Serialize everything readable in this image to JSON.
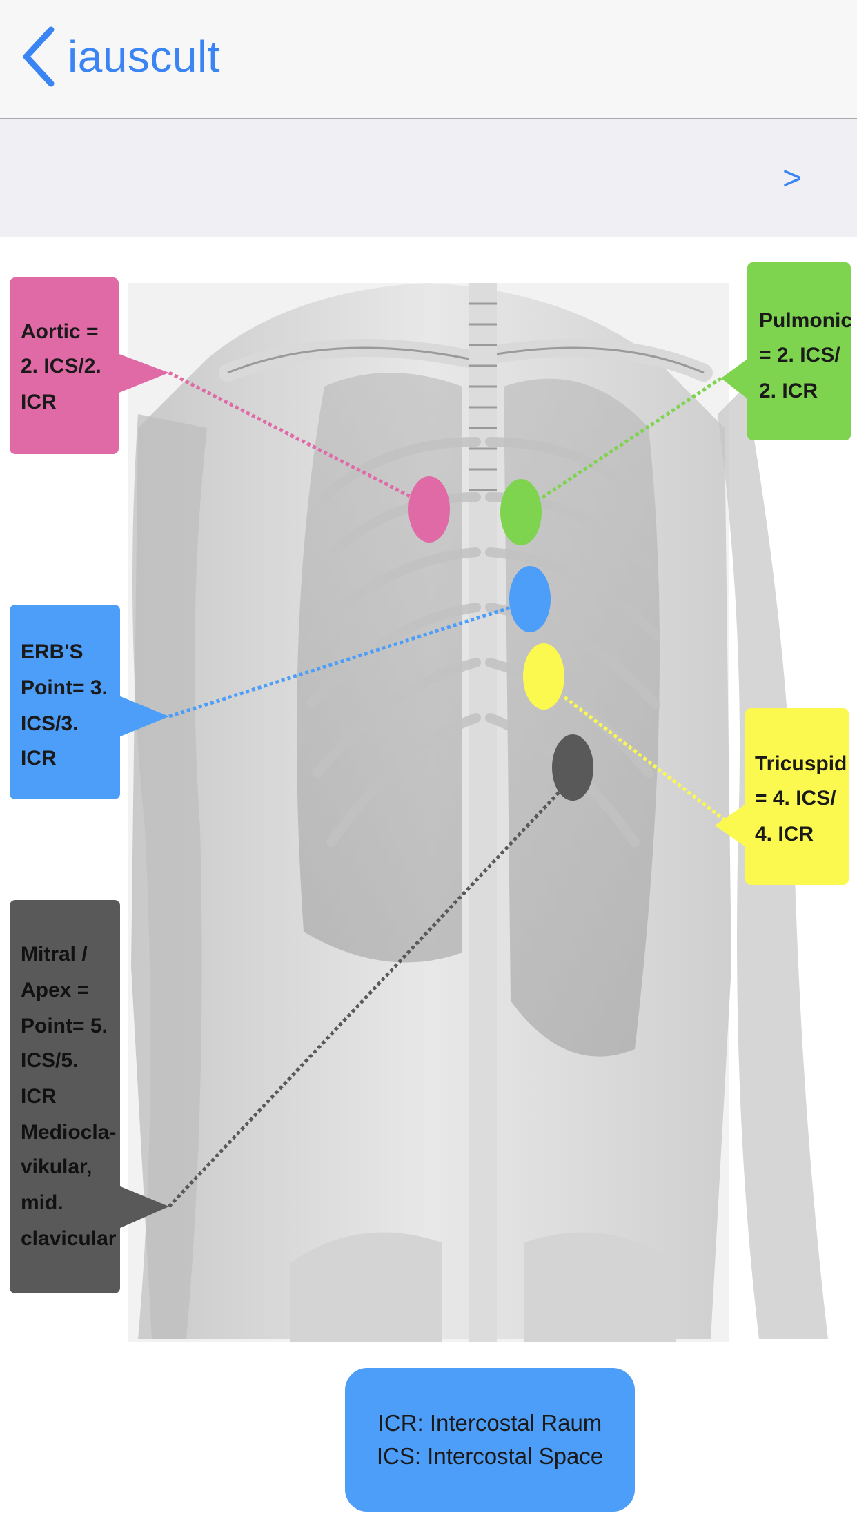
{
  "nav": {
    "back_label": "iauscult",
    "next_label": ">"
  },
  "labels": {
    "aortic": [
      "Aortic =",
      "2. ICS/2.",
      "ICR"
    ],
    "pulmonic": [
      "Pulmonic",
      "= 2. ICS/",
      "2. ICR"
    ],
    "erbs": [
      "ERB'S",
      "Point= 3.",
      "ICS/3.",
      "ICR"
    ],
    "tricuspid": [
      "Tricuspid",
      "= 4. ICS/",
      "4. ICR"
    ],
    "mitral": [
      "Mitral /",
      "Apex =",
      "Point= 5.",
      "ICS/5.",
      "ICR",
      "Medioclа-",
      "vikular,",
      "mid.",
      "clavicular"
    ]
  },
  "legend": {
    "line1": "ICR: Intercostal Raum",
    "line2": "ICS: Intercostal Space"
  },
  "colors": {
    "aortic": "#e06aa6",
    "pulmonic": "#7ed34f",
    "erbs": "#4d9ef8",
    "tricuspid": "#fbf84f",
    "mitral": "#595959",
    "accent": "#3a84f3"
  }
}
